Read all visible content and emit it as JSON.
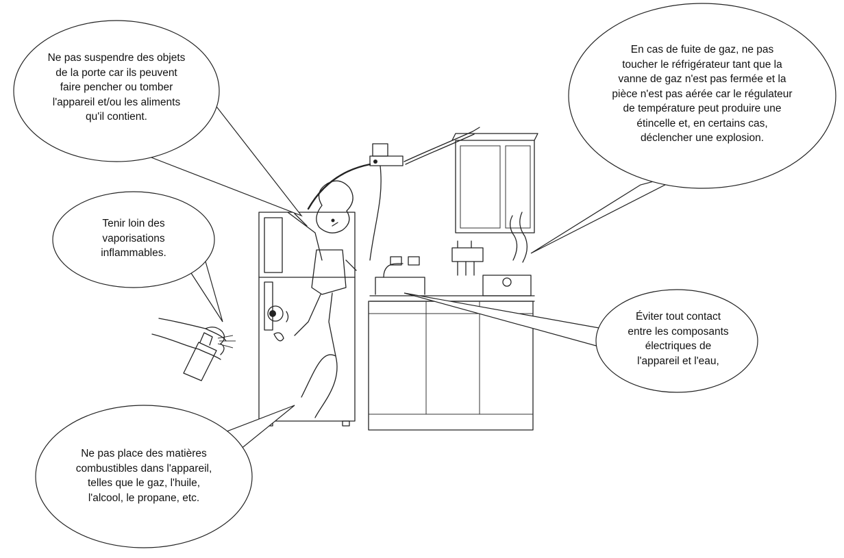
{
  "callouts": {
    "door": {
      "lines": [
        "Ne pas suspendre des objets",
        "de la porte car ils peuvent",
        "faire pencher ou tomber",
        "l'appareil et/ou les aliments",
        "qu'il contient."
      ]
    },
    "gas": {
      "lines": [
        "En cas de fuite de gaz, ne pas",
        "toucher le réfrigérateur tant que la",
        "vanne de gaz n'est pas fermée et la",
        "pièce n'est pas aérée car le régulateur",
        "de température peut produire une",
        "étincelle et, en certains cas,",
        "déclencher une explosion."
      ]
    },
    "spray": {
      "lines": [
        "Tenir loin des",
        "vaporisations",
        "inflammables."
      ]
    },
    "water": {
      "lines": [
        "Éviter tout contact",
        "entre les composants",
        "électriques de",
        "l'appareil et l'eau,"
      ]
    },
    "combustibles": {
      "lines": [
        "Ne pas place des matières",
        "combustibles dans l'appareil,",
        "telles que le gaz, l'huile,",
        "l'alcool, le propane, etc."
      ]
    }
  },
  "icons": {
    "fridge": "refrigerator-illustration",
    "child": "child-climbing-illustration",
    "spray": "spray-bottle-hand-illustration",
    "kitchen": "kitchen-counter-stove-illustration"
  }
}
